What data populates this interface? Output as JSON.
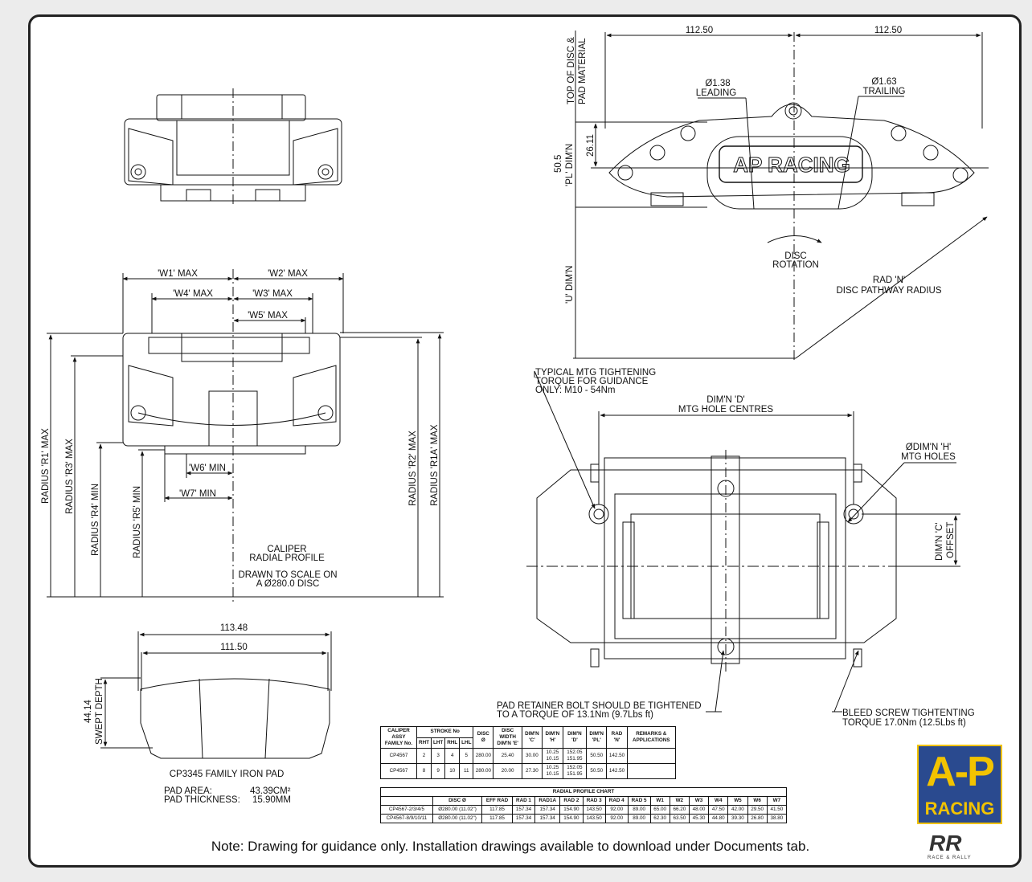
{
  "top_right": {
    "dim_left": "112.50",
    "dim_right": "112.50",
    "top_disc_line1": "TOP OF DISC &",
    "top_disc_line2": "PAD MATERIAL",
    "leading_dia": "Ø1.38",
    "leading_label": "LEADING",
    "trailing_dia": "Ø1.63",
    "trailing_label": "TRAILING",
    "dim_2611": "26.11",
    "pl_value": "50.5",
    "pl_label": "'PL' DIM'N",
    "u_label": "'U' DIM'N",
    "disc_rotation_1": "DISC",
    "disc_rotation_2": "ROTATION",
    "rad_n_1": "RAD 'N'",
    "rad_n_2": "DISC PATHWAY RADIUS",
    "brand_on_body": "AP RACING"
  },
  "radial_profile": {
    "w1": "'W1' MAX",
    "w2": "'W2' MAX",
    "w4": "'W4' MAX",
    "w3": "'W3' MAX",
    "w5": "'W5' MAX",
    "w6": "'W6' MIN",
    "w7": "'W7' MIN",
    "r1": "RADIUS 'R1' MAX",
    "r3": "RADIUS 'R3' MAX",
    "r4": "RADIUS 'R4' MIN",
    "r5": "RADIUS 'R5' MIN",
    "r2": "RADIUS 'R2' MAX",
    "r1a": "RADIUS 'R1A' MAX",
    "caption_1": "CALIPER",
    "caption_2": "RADIAL PROFILE",
    "caption_3": "DRAWN TO SCALE ON",
    "caption_4": "A Ø280.0 DISC"
  },
  "mounting": {
    "torque_1": "TYPICAL MTG TIGHTENING",
    "torque_2": "TORQUE FOR GUIDANCE",
    "torque_3": "ONLY: M10 - 54Nm",
    "dim_d_1": "DIM'N 'D'",
    "dim_d_2": "MTG HOLE CENTRES",
    "dim_h_1": "ØDIM'N 'H'",
    "dim_h_2": "MTG HOLES",
    "dim_c_1": "DIM'N 'C'",
    "dim_c_2": "OFFSET",
    "retainer_1": "PAD RETAINER BOLT SHOULD BE TIGHTENED",
    "retainer_2": "TO A TORQUE OF 13.1Nm (9.7Lbs ft)",
    "bleed_1": "BLEED SCREW TIGHTENTING",
    "bleed_2": "TORQUE 17.0Nm (12.5Lbs ft)"
  },
  "pad": {
    "dim_outer": "113.48",
    "dim_inner": "111.50",
    "depth_value": "44.14",
    "depth_label": "SWEPT DEPTH",
    "family": "CP3345 FAMILY IRON PAD",
    "area_label": "PAD AREA:",
    "area_value": "43.39CM²",
    "thick_label": "PAD THICKNESS:",
    "thick_value": "15.90MM"
  },
  "table1": {
    "headers": [
      "CALIPER ASSY FAMILY No.",
      "STROKE No",
      "DISC Ø",
      "DISC WIDTH DIM'N 'E'",
      "DIM'N 'C'",
      "DIM'N 'H'",
      "DIM'N 'D'",
      "DIM'N 'PL'",
      "RAD 'N'",
      "REMARKS & APPLICATIONS"
    ],
    "stroke_sub": [
      "RHT",
      "LHT",
      "RHL",
      "LHL"
    ],
    "rows": [
      [
        "CP4567",
        "2",
        "3",
        "4",
        "5",
        "280.00",
        "25.40",
        "30.00",
        "10.25 10.15",
        "152.05 151.95",
        "50.50",
        "142.50",
        ""
      ],
      [
        "CP4567",
        "8",
        "9",
        "10",
        "11",
        "280.00",
        "20.00",
        "27.30",
        "10.25 10.15",
        "152.05 151.95",
        "50.50",
        "142.50",
        ""
      ]
    ]
  },
  "table2": {
    "title": "RADIAL PROFILE CHART",
    "headers": [
      "",
      "DISC Ø",
      "EFF RAD",
      "RAD 1",
      "RAD1A",
      "RAD 2",
      "RAD 3",
      "RAD 4",
      "RAD 5",
      "W1",
      "W2",
      "W3",
      "W4",
      "W5",
      "W6",
      "W7"
    ],
    "rows": [
      [
        "CP4567-2/3/4/5",
        "Ø280.00 (11.02\")",
        "117.85",
        "157.34",
        "157.34",
        "154.90",
        "143.50",
        "92.00",
        "89.00",
        "65.00",
        "66.20",
        "48.00",
        "47.50",
        "42.00",
        "29.50",
        "41.50"
      ],
      [
        "CP4567-8/9/10/11",
        "Ø280.00 (11.02\")",
        "117.85",
        "157.34",
        "157.34",
        "154.90",
        "143.50",
        "92.00",
        "89.00",
        "62.30",
        "63.50",
        "45.30",
        "44.80",
        "39.30",
        "26.80",
        "38.80"
      ]
    ]
  },
  "logo": {
    "top": "A-P",
    "bottom": "RACING"
  },
  "rr_logo": {
    "mark": "RR",
    "sub": "RACE & RALLY"
  },
  "note": "Note:  Drawing for guidance only.  Installation drawings available to download under Documents tab.",
  "colors": {
    "logo_blue": "#2a4a8f",
    "logo_yellow": "#f2c300",
    "rr_green": "#7cb342"
  }
}
